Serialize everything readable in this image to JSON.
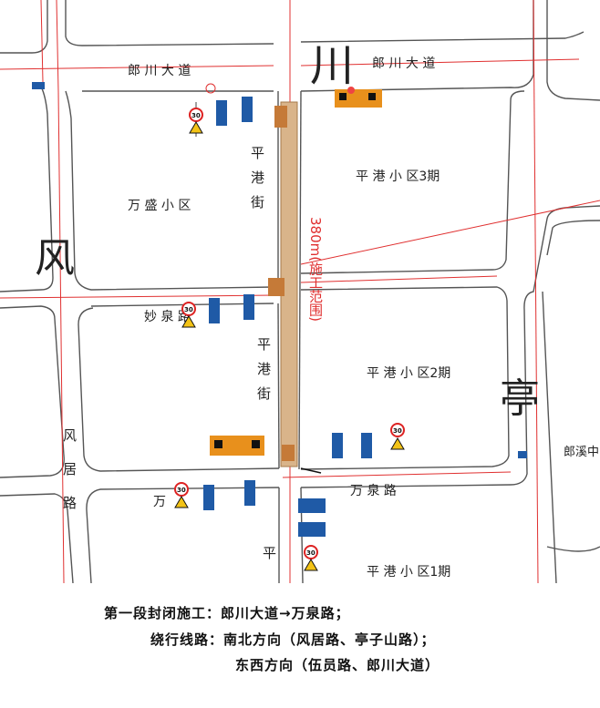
{
  "map": {
    "roads": {
      "langchuan_left": "郎 川 大 道",
      "langchuan_right": "郎 川 大 道",
      "miaoquan": "妙 泉 路",
      "wanquan_right": "万 泉 路",
      "pinggang_upper": "平港街",
      "pinggang_mid": "平港街",
      "pinggang_lower": "平",
      "fengju": "风居路"
    },
    "big_chars": {
      "chuan": "川",
      "feng": "风",
      "ting": "亭"
    },
    "areas": {
      "wansheng": "万 盛 小 区",
      "pinggang3": "平 港 小 区3期",
      "pinggang2": "平 港 小 区2期",
      "pinggang1": "平 港 小 区1期",
      "wan_partial": "万",
      "langxi": "郎溪中"
    },
    "construction_range": "380m(施工范围)",
    "speed_limit": "30"
  },
  "caption": {
    "line1": "第一段封闭施工：郎川大道→万泉路；",
    "line2": "绕行线路：南北方向（风居路、亭子山路）；",
    "line3": "东西方向（伍员路、郎川大道）"
  },
  "colors": {
    "road_line": "#555555",
    "red_line": "#e03030",
    "construction_fill": "#d9b48a",
    "sign_blue": "#1f5aa6",
    "sign_orange": "#e8901c"
  }
}
